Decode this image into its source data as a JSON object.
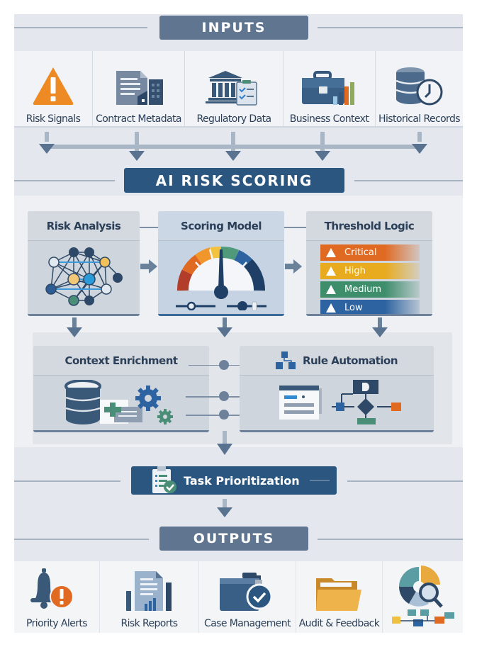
{
  "sections": {
    "inputs_title": "INPUTS",
    "scoring_title": "AI RISK SCORING",
    "task_title": "Task Prioritization",
    "outputs_title": "OUTPUTS"
  },
  "inputs": [
    {
      "label": "Risk Signals",
      "icon": "warning-triangle-icon"
    },
    {
      "label": "Contract Metadata",
      "icon": "contract-building-icon"
    },
    {
      "label": "Regulatory Data",
      "icon": "government-checklist-icon"
    },
    {
      "label": "Business Context",
      "icon": "briefcase-chart-icon"
    },
    {
      "label": "Historical Records",
      "icon": "database-clock-icon"
    }
  ],
  "scoring": {
    "risk_analysis": {
      "title": "Risk Analysis",
      "icon": "neural-network-icon"
    },
    "scoring_model": {
      "title": "Scoring Model",
      "icon": "gauge-icon"
    },
    "threshold_logic": {
      "title": "Threshold Logic",
      "levels": [
        {
          "label": "Critical",
          "color": "#e06a22"
        },
        {
          "label": "High",
          "color": "#e8aa1e"
        },
        {
          "label": "Medium",
          "color": "#3e8d6b"
        },
        {
          "label": "Low",
          "color": "#2d63a0"
        }
      ]
    }
  },
  "enrichment": {
    "context": {
      "title": "Context Enrichment",
      "icon": "database-gears-icon"
    },
    "rules": {
      "title": "Rule Automation",
      "icon": "flowchart-icon"
    }
  },
  "outputs": [
    {
      "label": "Priority Alerts",
      "icon": "bell-alert-icon"
    },
    {
      "label": "Risk Reports",
      "icon": "report-chart-icon"
    },
    {
      "label": "Case Management",
      "icon": "folder-check-icon"
    },
    {
      "label": "Audit & Feedback",
      "icon": "open-folder-icon"
    },
    {
      "label": "",
      "icon": "pie-magnifier-icon"
    }
  ],
  "colors": {
    "navy": "#2a5680",
    "slate": "#5f7590",
    "orange": "#e8892a",
    "background": "#e4e8ee"
  }
}
